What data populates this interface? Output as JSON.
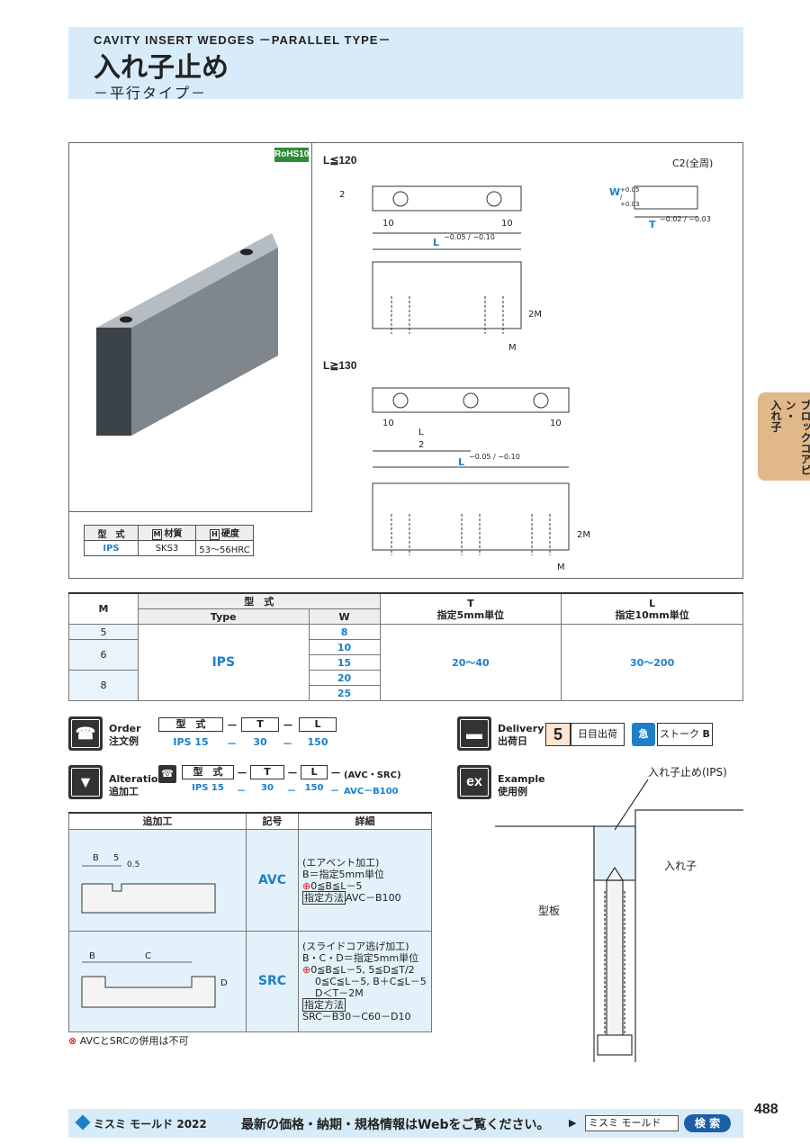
{
  "header": {
    "title_en": "CAVITY INSERT WEDGES －PARALLEL TYPE－",
    "title_jp": "入れ子止め",
    "subtitle": "－平行タイプ－"
  },
  "badge": {
    "rohs": "RoHS10"
  },
  "spec_table": {
    "col_type": "型　式",
    "col_material": "材質",
    "col_material_mark": "M",
    "col_hardness": "硬度",
    "col_hardness_mark": "H",
    "type": "IPS",
    "material": "SKS3",
    "hardness": "53～56HRC"
  },
  "drawing": {
    "case1": "L≦120",
    "case2": "L≧130",
    "chamfer": "C2(全周)",
    "w_label": "W",
    "w_tol": "+0.05 / +0.03",
    "t_label": "T",
    "t_tol": "−0.02 / −0.03",
    "l_label": "L",
    "l_tol": "−0.05 / −0.10",
    "dim_10": "10",
    "dim_2": "2",
    "dim_2m": "2M",
    "dim_m": "M",
    "half_l_num": "L",
    "half_l_den": "2"
  },
  "main_table": {
    "h_m": "M",
    "h_type_group": "型　式",
    "h_type": "Type",
    "h_w": "W",
    "h_t": "T",
    "h_t_sub": "指定5mm単位",
    "h_l": "L",
    "h_l_sub": "指定10mm単位",
    "m_values": [
      "5",
      "6",
      "8"
    ],
    "type": "IPS",
    "w_values": [
      "8",
      "10",
      "15",
      "20",
      "25"
    ],
    "t_range": "20～40",
    "l_range": "30～200"
  },
  "order": {
    "label_en": "Order",
    "label_jp": "注文例",
    "h_type": "型　式",
    "h_t": "T",
    "h_l": "L",
    "v_type": "IPS 15",
    "v_t": "30",
    "v_l": "150",
    "dash": "－"
  },
  "alterations": {
    "label_en": "Alterations",
    "label_jp": "追加工",
    "h_type": "型　式",
    "h_t": "T",
    "h_l": "L",
    "h_alt": "(AVC・SRC)",
    "v_type": "IPS 15",
    "v_t": "30",
    "v_l": "150",
    "v_alt": "AVC－B100",
    "dash": "－"
  },
  "delivery": {
    "label_en": "Delivery",
    "label_jp": "出荷日",
    "days": "5",
    "days_text": "日目出荷",
    "stroke_icon": "急",
    "stroke_text": "ストーク",
    "stroke_grade": "B"
  },
  "example": {
    "label_en": "Example",
    "label_jp": "使用例",
    "callout": "入れ子止め(IPS)",
    "insert": "入れ子",
    "plate": "型板"
  },
  "alt_table": {
    "h_alt": "追加工",
    "h_code": "記号",
    "h_detail": "詳細",
    "rows": [
      {
        "code": "AVC",
        "dim_b": "B",
        "dim_5": "5",
        "dim_05": "0.5",
        "line1": "(エアベント加工)",
        "line2": "B＝指定5mm単位",
        "line3": "0≦B≦L－5",
        "how": "指定方法",
        "how_val": "AVC－B100"
      },
      {
        "code": "SRC",
        "dim_b": "B",
        "dim_c": "C",
        "dim_d": "D",
        "line1": "(スライドコア逃げ加工)",
        "line2": "B・C・D＝指定5mm単位",
        "line3": "0≦B≦L－5, 5≦D≦T/2",
        "line4": "0≦C≦L－5, B＋C≦L－5",
        "line5": "D＜T－2M",
        "how": "指定方法",
        "how_val": "SRC－B30－C60－D10"
      }
    ],
    "note": "AVCとSRCの併用は不可"
  },
  "footer": {
    "brand": "ミスミ モールド 2022",
    "message": "最新の価格・納期・規格情報はWebをご覧ください。",
    "search_value": "ミスミ モールド",
    "search_button": "検 索",
    "page": "488"
  },
  "side_tab": {
    "line1": "ブロックコアピン・",
    "line2": "入れ子"
  }
}
